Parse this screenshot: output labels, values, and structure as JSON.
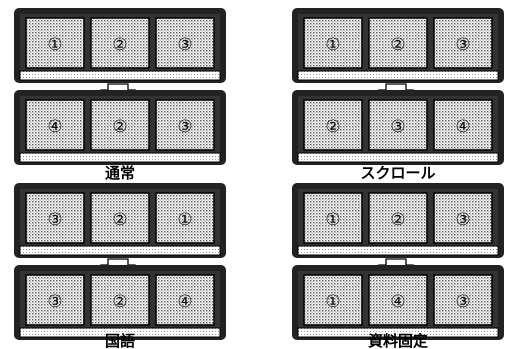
{
  "diagrams": [
    {
      "caption": "通常",
      "before": [
        "①",
        "②",
        "③"
      ],
      "after": [
        "④",
        "②",
        "③"
      ]
    },
    {
      "caption": "スクロール",
      "before": [
        "①",
        "②",
        "③"
      ],
      "after": [
        "②",
        "③",
        "④"
      ]
    },
    {
      "caption": "国語",
      "before": [
        "③",
        "②",
        "①"
      ],
      "after": [
        "③",
        "②",
        "④"
      ]
    },
    {
      "caption": "資料固定",
      "before": [
        "①",
        "②",
        "③"
      ],
      "after": [
        "①",
        "④",
        "③"
      ]
    }
  ]
}
